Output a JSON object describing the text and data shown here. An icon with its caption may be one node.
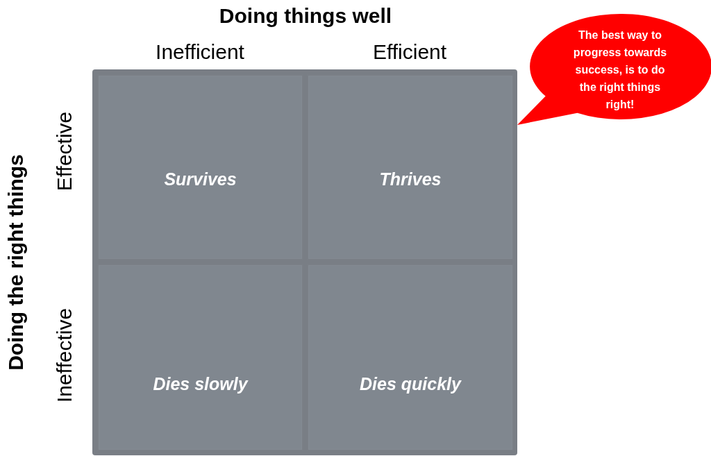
{
  "diagram": {
    "nodes": [
      {
        "text": [],
        "shape": "box"
      },
      {
        "text": [
          "Survives"
        ],
        "in": 0
      },
      {
        "text": [
          "Thrives"
        ],
        "in": 0
      },
      {
        "text": [
          "Dies slowly"
        ],
        "in": 0
      },
      {
        "text": [
          "Dies quickly"
        ],
        "in": 0
      },
      {
        "text": [
          "The best way to progress towards success, is to do the right things right!"
        ]
      }
    ],
    "labels": [
      "Doing things well",
      "Inefficient",
      "Efficient",
      "Doing the right things",
      "Effective",
      "Ineffective"
    ]
  }
}
